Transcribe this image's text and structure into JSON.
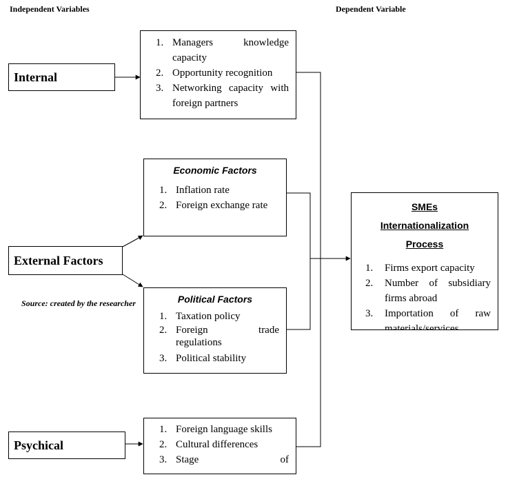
{
  "headers": {
    "independent": "Independent Variables",
    "dependent": "Dependent Variable"
  },
  "source_note": "Source: created by the researcher",
  "internal": {
    "label": "Internal",
    "items": [
      {
        "num": "1.",
        "text": "Managers knowledge capacity"
      },
      {
        "num": "2.",
        "text": "Opportunity recognition"
      },
      {
        "num": "3.",
        "text": "Networking capacity with foreign partners"
      }
    ]
  },
  "external": {
    "label": "External Factors",
    "economic": {
      "title": "Economic Factors",
      "items": [
        {
          "num": "1.",
          "text": "Inflation rate"
        },
        {
          "num": "2.",
          "text": "Foreign exchange rate"
        }
      ]
    },
    "political": {
      "title": "Political Factors",
      "items": [
        {
          "num": "1.",
          "text": "Taxation policy"
        },
        {
          "num": "2.",
          "text": "Foreign trade regulations"
        },
        {
          "num": "3.",
          "text": "Political stability"
        }
      ]
    }
  },
  "psychical": {
    "label": "Psychical",
    "items": [
      {
        "num": "1.",
        "text": "Foreign language skills"
      },
      {
        "num": "2.",
        "text": "Cultural differences"
      },
      {
        "num": "3.",
        "text": "Stage of"
      }
    ]
  },
  "outcome": {
    "title_line1": "SMEs",
    "title_line2": "Internationalization",
    "title_line3": "Process",
    "items": [
      {
        "num": "1.",
        "text": "Firms export capacity"
      },
      {
        "num": "2.",
        "text": "Number of subsidiary firms abroad"
      },
      {
        "num": "3.",
        "text": "Importation of raw materials/services"
      }
    ]
  }
}
